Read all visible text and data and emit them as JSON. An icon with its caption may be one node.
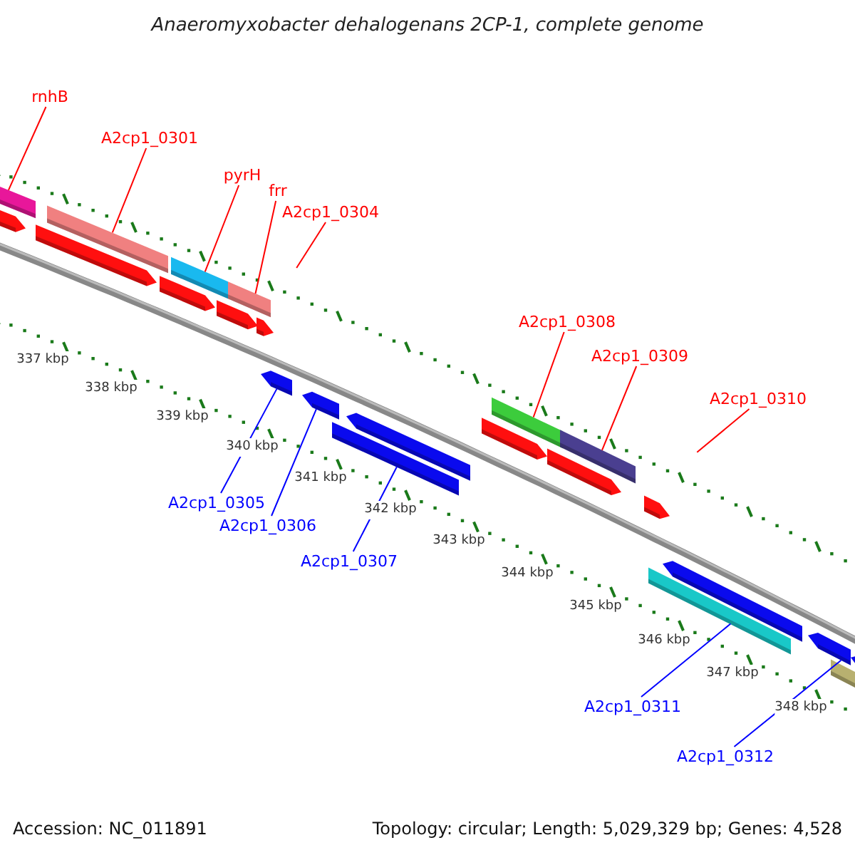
{
  "diagram": {
    "title": "Anaeromyxobacter dehalogenans 2CP-1, complete genome",
    "nodes": [
      {
        "text": [
          "rnhB"
        ]
      },
      {
        "text": [
          "A2cp1_0301"
        ]
      },
      {
        "text": [
          "pyrH"
        ]
      },
      {
        "text": [
          "frr"
        ]
      },
      {
        "text": [
          "A2cp1_0304"
        ]
      },
      {
        "text": [
          "A2cp1_0308"
        ]
      },
      {
        "text": [
          "A2cp1_0309"
        ]
      },
      {
        "text": [
          "A2cp1_0310"
        ]
      },
      {
        "text": [
          "A2cp1_0305"
        ]
      },
      {
        "text": [
          "A2cp1_0306"
        ]
      },
      {
        "text": [
          "A2cp1_0307"
        ]
      },
      {
        "text": [
          "A2cp1_0311"
        ]
      },
      {
        "text": [
          "A2cp1_0312"
        ]
      },
      {
        "text": [],
        "shape": "bar"
      },
      {
        "text": [],
        "shape": "bar"
      },
      {
        "text": [],
        "shape": "bar"
      },
      {
        "text": [],
        "shape": "bar"
      },
      {
        "text": [],
        "shape": "bar"
      },
      {
        "text": [],
        "shape": "bar"
      },
      {
        "text": [],
        "shape": "bar"
      },
      {
        "text": [],
        "shape": "bar"
      },
      {
        "text": [],
        "shape": "bar"
      },
      {
        "text": [],
        "shape": "bar"
      },
      {
        "text": [],
        "shape": "bar"
      },
      {
        "text": [],
        "shape": "bar"
      },
      {
        "text": [],
        "shape": "bar"
      },
      {
        "text": [],
        "shape": "bar"
      },
      {
        "text": [],
        "shape": "bar"
      },
      {
        "text": [],
        "shape": "bar"
      },
      {
        "text": [],
        "shape": "bar"
      },
      {
        "text": [],
        "shape": "bar"
      },
      {
        "text": [],
        "shape": "bar"
      },
      {
        "text": [],
        "shape": "bar"
      },
      {
        "text": [],
        "shape": "bar"
      },
      {
        "text": [],
        "shape": "bar"
      },
      {
        "text": [],
        "shape": "bar"
      }
    ],
    "edges": [
      {
        "from": 0,
        "to": 13,
        "arrow": "none"
      },
      {
        "from": 1,
        "to": 16,
        "arrow": "none"
      },
      {
        "from": 2,
        "to": 18,
        "arrow": "none"
      },
      {
        "from": 3,
        "to": 20,
        "arrow": "none"
      },
      {
        "from": 4,
        "to": null,
        "arrow": "none"
      },
      {
        "from": 5,
        "to": 27,
        "arrow": "none"
      },
      {
        "from": 6,
        "to": 29,
        "arrow": "none"
      },
      {
        "from": 7,
        "to": null,
        "arrow": "none"
      },
      {
        "from": 8,
        "to": 22,
        "arrow": "none",
        "color": "#0000ff"
      },
      {
        "from": 9,
        "to": 23,
        "arrow": "none",
        "color": "#0000ff"
      },
      {
        "from": 10,
        "to": 24,
        "arrow": "none",
        "color": "#0000ff"
      },
      {
        "from": 11,
        "to": 31,
        "arrow": "none",
        "color": "#0000ff"
      },
      {
        "from": 12,
        "to": 33,
        "arrow": "none",
        "color": "#0000ff"
      }
    ],
    "labels": [
      "337 kbp",
      "338 kbp",
      "339 kbp",
      "340 kbp",
      "341 kbp",
      "342 kbp",
      "343 kbp",
      "344 kbp",
      "345 kbp",
      "346 kbp",
      "347 kbp",
      "348 kbp",
      "Accession: NC_011891",
      "Topology: circular; Length: 5,029,329 bp; Genes: 4,528"
    ]
  }
}
